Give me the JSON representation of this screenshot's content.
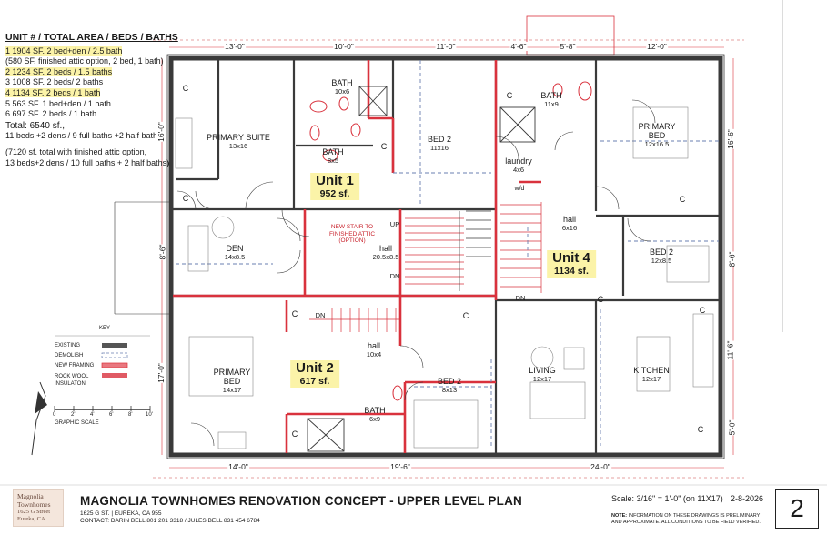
{
  "legend": {
    "header": "UNIT # / TOTAL AREA / BEDS / BATHS",
    "rows": [
      {
        "text": "1    1904 SF. 2 bed+den / 2.5 bath",
        "highlight": true
      },
      {
        "text": "(580 SF. finished attic option, 2 bed, 1 bath)",
        "highlight": false
      },
      {
        "text": "2    1234 SF.  2 beds / 1.5 baths",
        "highlight": true
      },
      {
        "text": "3    1008 SF. 2 beds/ 2 baths",
        "highlight": false
      },
      {
        "text": "4    1134 SF.  2 beds / 1 bath",
        "highlight": true
      },
      {
        "text": "5    563 SF. 1 bed+den / 1 bath",
        "highlight": false
      },
      {
        "text": "6    697 SF. 2 beds / 1 bath",
        "highlight": false
      }
    ],
    "total": "Total:  6540 sf.,",
    "total_beds": "11 beds +2 dens / 9 full baths +2 half baths",
    "attic_total": "(7120 sf. total with finished attic option,",
    "attic_beds": "13 beds+2 dens / 10 full baths + 2 half baths)"
  },
  "rooms": [
    {
      "id": "bath-top",
      "name": "BATH",
      "size": "10x6"
    },
    {
      "id": "primary-suite",
      "name": "PRIMARY SUITE",
      "size": "13x16"
    },
    {
      "id": "bath-mid",
      "name": "BATH",
      "size": "8x5"
    },
    {
      "id": "bed2-unit1",
      "name": "BED 2",
      "size": "11x16"
    },
    {
      "id": "bath-unit4",
      "name": "BATH",
      "size": "11x9"
    },
    {
      "id": "laundry",
      "name": "laundry",
      "size": "4x6"
    },
    {
      "id": "primary-bed-unit4",
      "name": "PRIMARY BED",
      "size": "12x16.5"
    },
    {
      "id": "den",
      "name": "DEN",
      "size": "14x8.5"
    },
    {
      "id": "hall-unit1",
      "name": "hall",
      "size": "20.5x8.5"
    },
    {
      "id": "hall-unit4",
      "name": "hall",
      "size": "6x16"
    },
    {
      "id": "bed2-unit4",
      "name": "BED 2",
      "size": "12x8.5"
    },
    {
      "id": "hall-unit2",
      "name": "hall",
      "size": "10x4"
    },
    {
      "id": "primary-bed-unit2",
      "name": "PRIMARY BED",
      "size": "14x17"
    },
    {
      "id": "bed2-unit2",
      "name": "BED 2",
      "size": "8x13"
    },
    {
      "id": "bath-unit2",
      "name": "BATH",
      "size": "6x9"
    },
    {
      "id": "living",
      "name": "LIVING",
      "size": "12x17"
    },
    {
      "id": "kitchen",
      "name": "KITCHEN",
      "size": "12x17"
    }
  ],
  "units": [
    {
      "name": "Unit 1",
      "area": "952 sf."
    },
    {
      "name": "Unit 2",
      "area": "617 sf."
    },
    {
      "name": "Unit 4",
      "area": "1134 sf."
    }
  ],
  "closet_label": "C",
  "plan_notes": {
    "new_stair": "NEW STAIR TO FINISHED ATTIC",
    "option": "(OPTION)",
    "up": "UP",
    "dn": "DN",
    "wd": "w/d"
  },
  "dimensions": {
    "top": [
      "13'-0\"",
      "10'-0\"",
      "11'-0\"",
      "4'-6\"",
      "5'-8\"",
      "12'-0\""
    ],
    "bottom": [
      "14'-0\"",
      "19'-6\"",
      "24'-0\""
    ],
    "left": [
      "16'-0\"",
      "8'-6\"",
      "17'-0\""
    ],
    "right": [
      "16'-6\"",
      "8'-6\"",
      "11'-6\"",
      "5'-0\""
    ]
  },
  "key": {
    "title": "KEY",
    "items": [
      "EXISTING",
      "DEMOLISH",
      "NEW FRAMING",
      "ROCK WOOL INSULATON"
    ],
    "scale_label": "GRAPHIC SCALE",
    "scale_ticks": [
      "0",
      "2'",
      "4'",
      "6'",
      "8'",
      "10'"
    ]
  },
  "title_block": {
    "title": "MAGNOLIA TOWNHOMES RENOVATION CONCEPT - UPPER LEVEL PLAN",
    "address": "1625 G ST.  |  EUREKA, CA 955",
    "contact": "CONTACT: DARIN BELL 801 201 3318  /  JULES BELL 831 454 6784",
    "scale": "Scale: 3/16\" = 1'-0\" (on 11X17)",
    "date": "2-8-2026",
    "note_bold": "NOTE:",
    "note": "INFORMATION ON THESE DRAWINGS IS PRELIMINARY",
    "note2": "AND APPROXIMATE. ALL CONDITIONS TO BE FIELD VERIFIED.",
    "sheet": "2",
    "logo_name": "Magnolia",
    "logo_name2": "Townhomes",
    "logo_street": "1625 G Street",
    "logo_city": "Eureka, CA"
  },
  "colors": {
    "wall": "#3a3a3a",
    "new_framing": "#d9323d",
    "demolish": "#6a7fb0",
    "highlight": "#fbf3a8"
  }
}
